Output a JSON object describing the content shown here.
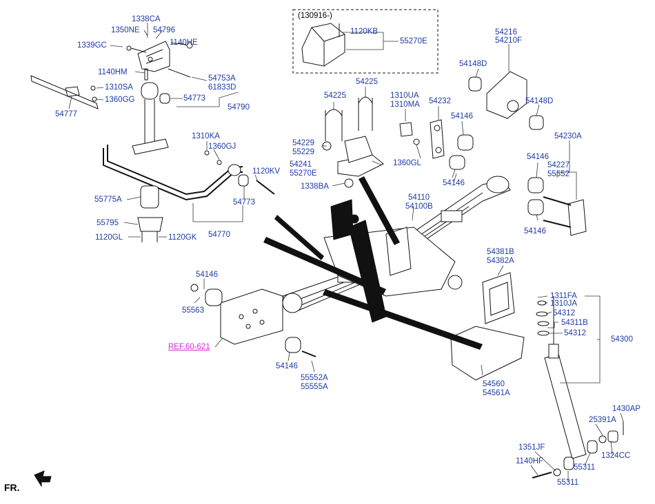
{
  "diagram": {
    "note": "(130916-)",
    "ref_label": "REF.60-621",
    "front_label": "FR.",
    "callouts": [
      {
        "id": "c1338CA",
        "text": "1338CA"
      },
      {
        "id": "c1350NE",
        "text": "1350NE"
      },
      {
        "id": "c54796",
        "text": "54796"
      },
      {
        "id": "c1339GC",
        "text": "1339GC"
      },
      {
        "id": "c1140HE",
        "text": "1140HE"
      },
      {
        "id": "c1140HM",
        "text": "1140HM"
      },
      {
        "id": "c54753A",
        "text": "54753A"
      },
      {
        "id": "c61833D",
        "text": "61833D"
      },
      {
        "id": "c1310SA",
        "text": "1310SA"
      },
      {
        "id": "c1360GG",
        "text": "1360GG"
      },
      {
        "id": "c54773a",
        "text": "54773"
      },
      {
        "id": "c54790",
        "text": "54790"
      },
      {
        "id": "c54777",
        "text": "54777"
      },
      {
        "id": "c1310KA",
        "text": "1310KA"
      },
      {
        "id": "c1360GJ",
        "text": "1360GJ"
      },
      {
        "id": "c1120KV",
        "text": "1120KV"
      },
      {
        "id": "c55775A",
        "text": "55775A"
      },
      {
        "id": "c54773b",
        "text": "54773"
      },
      {
        "id": "c55795",
        "text": "55795"
      },
      {
        "id": "c54770",
        "text": "54770"
      },
      {
        "id": "c1120GL",
        "text": "1120GL"
      },
      {
        "id": "c1120GK",
        "text": "1120GK"
      },
      {
        "id": "c1120KB",
        "text": "1120KB"
      },
      {
        "id": "c55270Ea",
        "text": "55270E"
      },
      {
        "id": "c54225a",
        "text": "54225"
      },
      {
        "id": "c54225b",
        "text": "54225"
      },
      {
        "id": "c1310UA",
        "text": "1310UA"
      },
      {
        "id": "c1310MA",
        "text": "1310MA"
      },
      {
        "id": "c54232",
        "text": "54232"
      },
      {
        "id": "c54229",
        "text": "54229"
      },
      {
        "id": "c55229",
        "text": "55229"
      },
      {
        "id": "c54241",
        "text": "54241"
      },
      {
        "id": "c55270Eb",
        "text": "55270E"
      },
      {
        "id": "c1360GL",
        "text": "1360GL"
      },
      {
        "id": "c1338BA",
        "text": "1338BA"
      },
      {
        "id": "c54216",
        "text": "54216"
      },
      {
        "id": "c54210F",
        "text": "54210F"
      },
      {
        "id": "c54148Da",
        "text": "54148D"
      },
      {
        "id": "c54148Db",
        "text": "54148D"
      },
      {
        "id": "c54146a",
        "text": "54146"
      },
      {
        "id": "c54146b",
        "text": "54146"
      },
      {
        "id": "c54230A",
        "text": "54230A"
      },
      {
        "id": "c54146c",
        "text": "54146"
      },
      {
        "id": "c54227",
        "text": "54227"
      },
      {
        "id": "c55552",
        "text": "55552"
      },
      {
        "id": "c54110",
        "text": "54110"
      },
      {
        "id": "c54100B",
        "text": "54100B"
      },
      {
        "id": "c54146d",
        "text": "54146"
      },
      {
        "id": "c54146e",
        "text": "54146"
      },
      {
        "id": "c55563",
        "text": "55563"
      },
      {
        "id": "c54381B",
        "text": "54381B"
      },
      {
        "id": "c54382A",
        "text": "54382A"
      },
      {
        "id": "c1311FA",
        "text": "1311FA"
      },
      {
        "id": "c1310JA",
        "text": "1310JA"
      },
      {
        "id": "c54312a",
        "text": "54312"
      },
      {
        "id": "c54311B",
        "text": "54311B"
      },
      {
        "id": "c54312b",
        "text": "54312"
      },
      {
        "id": "c54300",
        "text": "54300"
      },
      {
        "id": "c54146f",
        "text": "54146"
      },
      {
        "id": "c55552A",
        "text": "55552A"
      },
      {
        "id": "c55555A",
        "text": "55555A"
      },
      {
        "id": "c54560",
        "text": "54560"
      },
      {
        "id": "c54561A",
        "text": "54561A"
      },
      {
        "id": "c1430AP",
        "text": "1430AP"
      },
      {
        "id": "c25391A",
        "text": "25391A"
      },
      {
        "id": "c1351JF",
        "text": "1351JF"
      },
      {
        "id": "c1324CC",
        "text": "1324CC"
      },
      {
        "id": "c55311a",
        "text": "55311"
      },
      {
        "id": "c1140HF",
        "text": "1140HF"
      },
      {
        "id": "c55311b",
        "text": "55311"
      }
    ]
  }
}
